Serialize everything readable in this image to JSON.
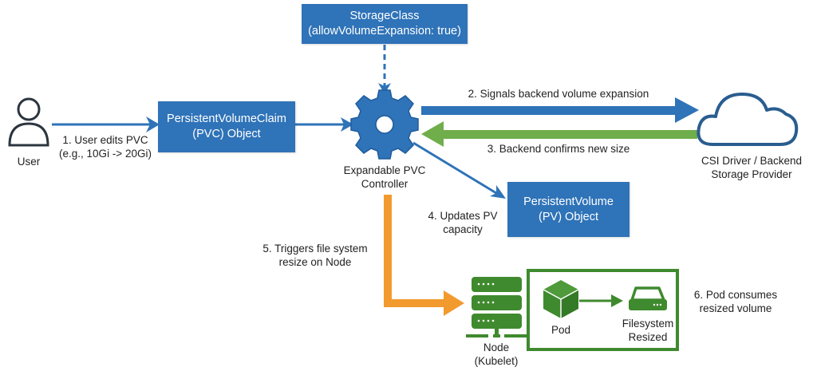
{
  "colors": {
    "blue": "#2f73b8",
    "green": "#3f8a2e",
    "green_arrow": "#6fae4a",
    "orange": "#f29a2e",
    "dark": "#2b3540"
  },
  "nodes": {
    "user": {
      "icon": "user-icon",
      "label": "User"
    },
    "pvc": {
      "line1": "PersistentVolumeClaim",
      "line2": "(PVC) Object"
    },
    "storage_class": {
      "line1": "StorageClass",
      "line2": "(allowVolumeExpansion: true)"
    },
    "controller": {
      "icon": "gear-icon",
      "line1": "Expandable PVC",
      "line2": "Controller"
    },
    "csi": {
      "icon": "cloud-icon",
      "line1": "CSI Driver / Backend",
      "line2": "Storage Provider"
    },
    "pv": {
      "line1": "PersistentVolume",
      "line2": "(PV) Object"
    },
    "node": {
      "icon": "server-icon",
      "line1": "Node",
      "line2": "(Kubelet)"
    },
    "pod": {
      "icon": "cube-icon",
      "label": "Pod"
    },
    "filesystem": {
      "icon": "disk-icon",
      "line1": "Filesystem",
      "line2": "Resized"
    }
  },
  "steps": {
    "step1": {
      "line1": "1. User edits PVC",
      "line2": "(e.g., 10Gi -> 20Gi)"
    },
    "step2": {
      "line1": "2. Signals backend volume expansion"
    },
    "step3": {
      "line1": "3. Backend confirms new size"
    },
    "step4": {
      "line1": "4. Updates PV",
      "line2": "capacity"
    },
    "step5": {
      "line1": "5. Triggers file system",
      "line2": "resize on Node"
    },
    "step6": {
      "line1": "6. Pod consumes",
      "line2": "resized volume"
    }
  }
}
